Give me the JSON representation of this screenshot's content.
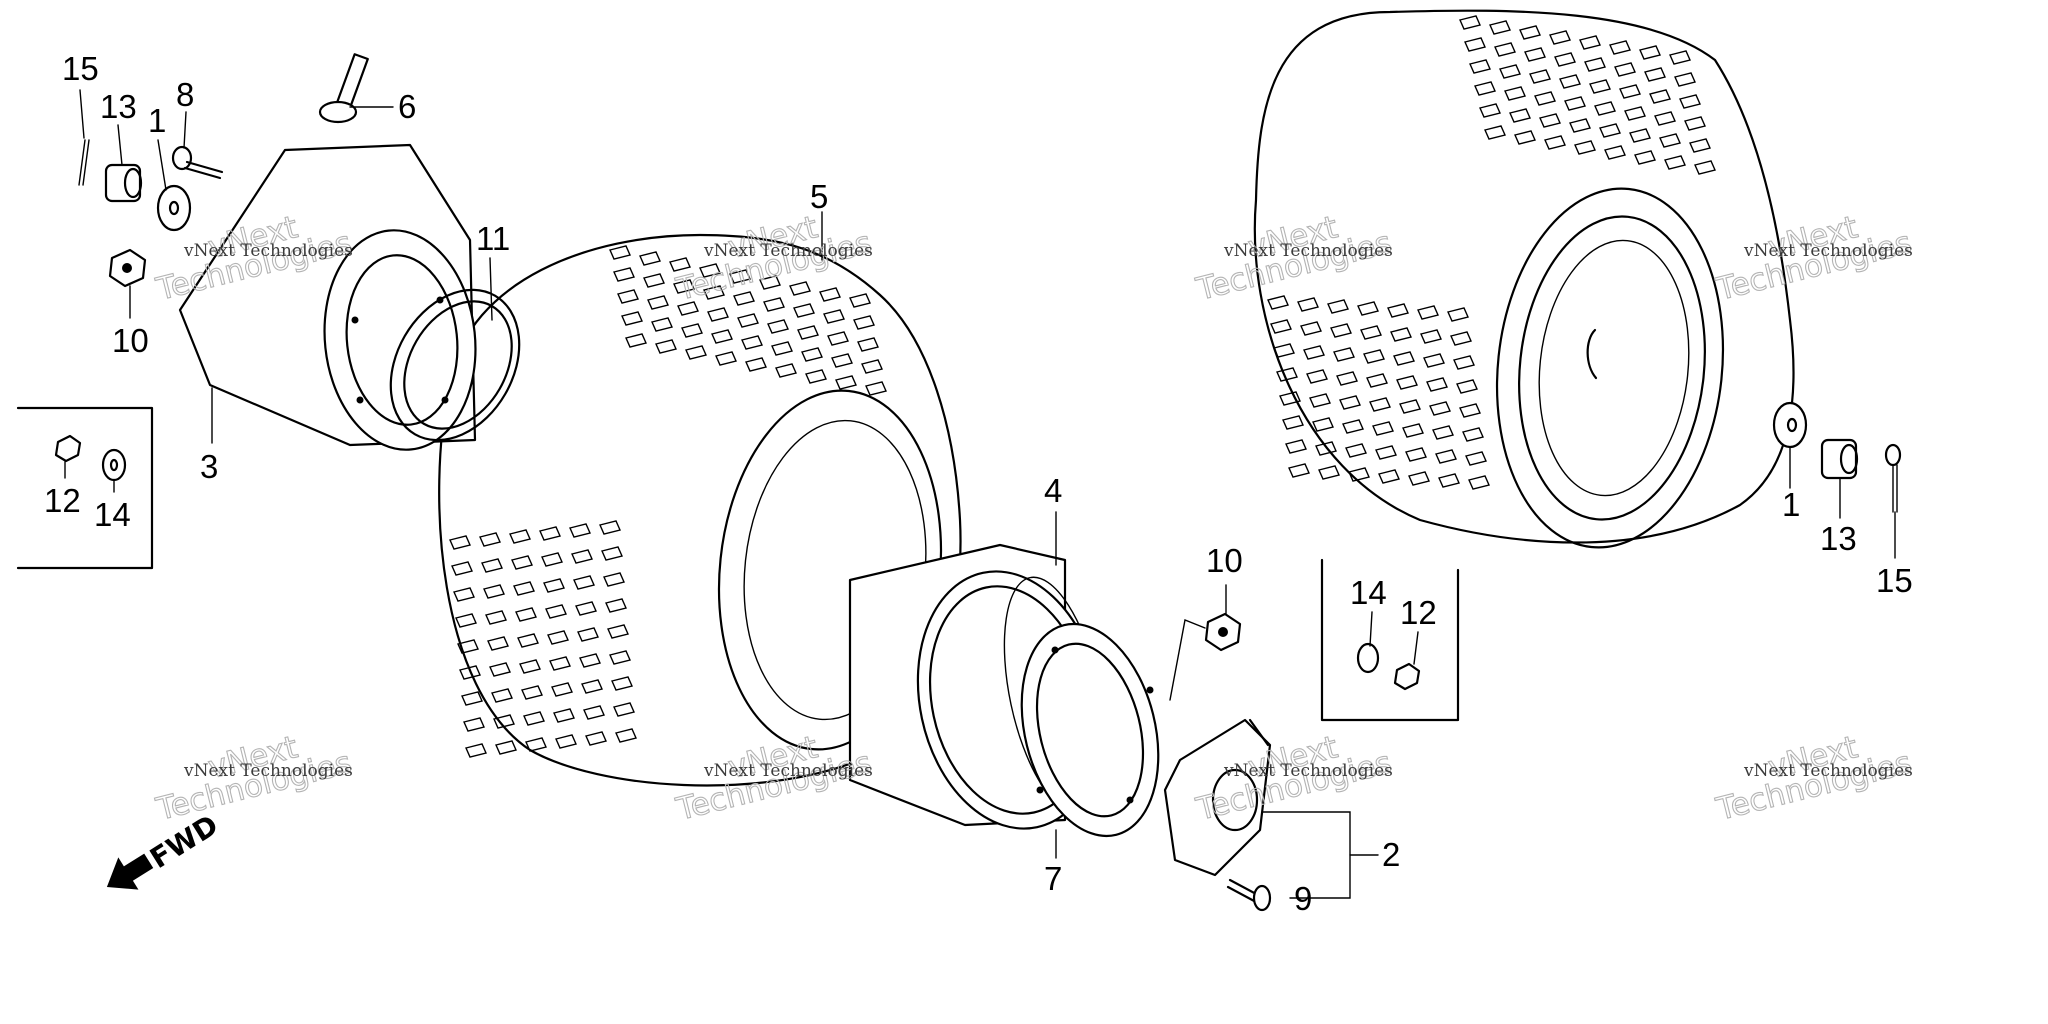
{
  "callouts": [
    {
      "id": "c15_left",
      "label": "15"
    },
    {
      "id": "c13_left",
      "label": "13"
    },
    {
      "id": "c1_left",
      "label": "1"
    },
    {
      "id": "c8",
      "label": "8"
    },
    {
      "id": "c6",
      "label": "6"
    },
    {
      "id": "c10_left",
      "label": "10"
    },
    {
      "id": "c11",
      "label": "11"
    },
    {
      "id": "c3",
      "label": "3"
    },
    {
      "id": "c12_left",
      "label": "12"
    },
    {
      "id": "c14_left",
      "label": "14"
    },
    {
      "id": "c5",
      "label": "5"
    },
    {
      "id": "c4",
      "label": "4"
    },
    {
      "id": "c10_right",
      "label": "10"
    },
    {
      "id": "c14_right",
      "label": "14"
    },
    {
      "id": "c12_right",
      "label": "12"
    },
    {
      "id": "c1_right",
      "label": "1"
    },
    {
      "id": "c13_right",
      "label": "13"
    },
    {
      "id": "c15_right",
      "label": "15"
    },
    {
      "id": "c2",
      "label": "2"
    },
    {
      "id": "c7",
      "label": "7"
    },
    {
      "id": "c9",
      "label": "9"
    }
  ],
  "direction_indicator": {
    "label": "FWD"
  },
  "watermark": {
    "line1": "vNext Technologies",
    "line2": "vNext",
    "line3": "Technologies"
  },
  "colors": {
    "ink": "#000000",
    "background": "#ffffff",
    "watermark": "#b4b4b4"
  }
}
